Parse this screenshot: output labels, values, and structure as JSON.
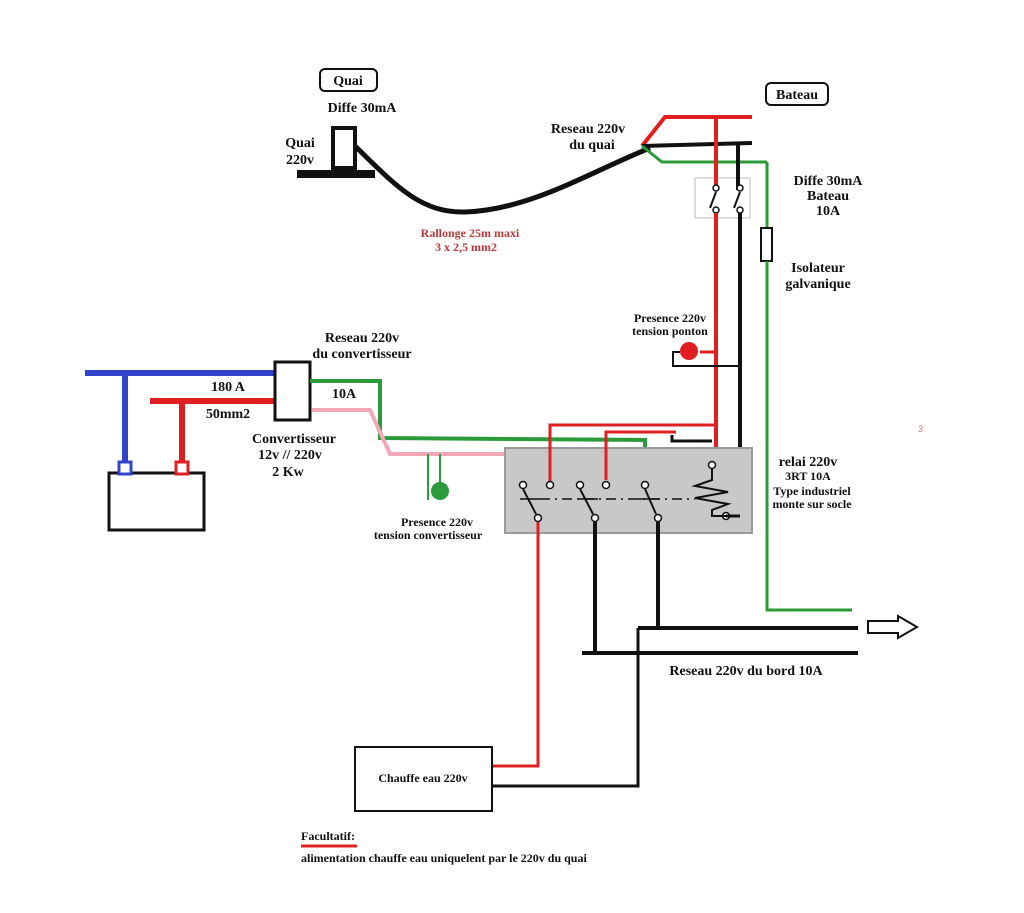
{
  "labels": {
    "quai_box": "Quai",
    "diffe_quai": "Diffe 30mA",
    "quai_220_line1": "Quai",
    "quai_220_line2": "220v",
    "reseau_quai_line1": "Reseau 220v",
    "reseau_quai_line2": "du quai",
    "rallonge_line1": "Rallonge 25m maxi",
    "rallonge_line2": "3 x 2,5 mm2",
    "bateau_box": "Bateau",
    "diffe_bateau_line1": "Diffe 30mA",
    "diffe_bateau_line2": "Bateau",
    "diffe_bateau_line3": "10A",
    "isolateur_line1": "Isolateur",
    "isolateur_line2": "galvanique",
    "presence_ponton_line1": "Presence  220v",
    "presence_ponton_line2": "tension  ponton",
    "reseau_conv_line1": "Reseau 220v",
    "reseau_conv_line2": "du convertisseur",
    "current_180": "180 A",
    "section_50": "50mm2",
    "current_10": "10A",
    "conv_line1": "Convertisseur",
    "conv_line2": "12v // 220v",
    "conv_line3": "2 Kw",
    "presence_conv_line1": "Presence  220v",
    "presence_conv_line2": "tension convertisseur",
    "relai_line1": "relai 220v",
    "relai_line2": "3RT  10A",
    "relai_line3": "Type industriel",
    "relai_line4": "monte sur socle",
    "reseau_bord": "Reseau 220v du bord     10A",
    "chauffe_eau": "Chauffe eau 220v",
    "facultatif_title": "Facultatif:",
    "facultatif_text": "alimentation chauffe eau uniquelent par le 220v du  quai",
    "stray_mark": "3"
  },
  "colors": {
    "red": "#e02020",
    "black": "#111111",
    "green": "#2a9a3a",
    "blue": "#3344cc",
    "pink": "#f2a8b8",
    "relay_box": "#c8c8c8",
    "note_red": "#b83a3a"
  }
}
